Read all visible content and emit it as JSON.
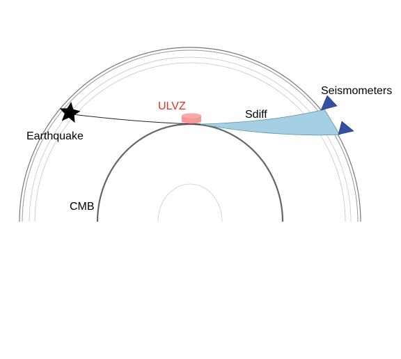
{
  "labels": {
    "earthquake": "Earthquake",
    "ulvz": "ULVZ",
    "sdiff": "Sdiff",
    "seismometers": "Seismometers",
    "cmb": "CMB"
  },
  "colors": {
    "ulvz": "#f4989a",
    "ulvz_text": "#d9302c",
    "wavefront_fill": "#a5cfe3",
    "seismometer": "#3650a0",
    "cmb": "#666666",
    "mantle_lines": "#bbbbbb",
    "earth_outline": "#777777",
    "inner_core": "#cccccc"
  },
  "icons": {
    "earthquake": "star-icon",
    "seismometer": "triangle-icon"
  }
}
